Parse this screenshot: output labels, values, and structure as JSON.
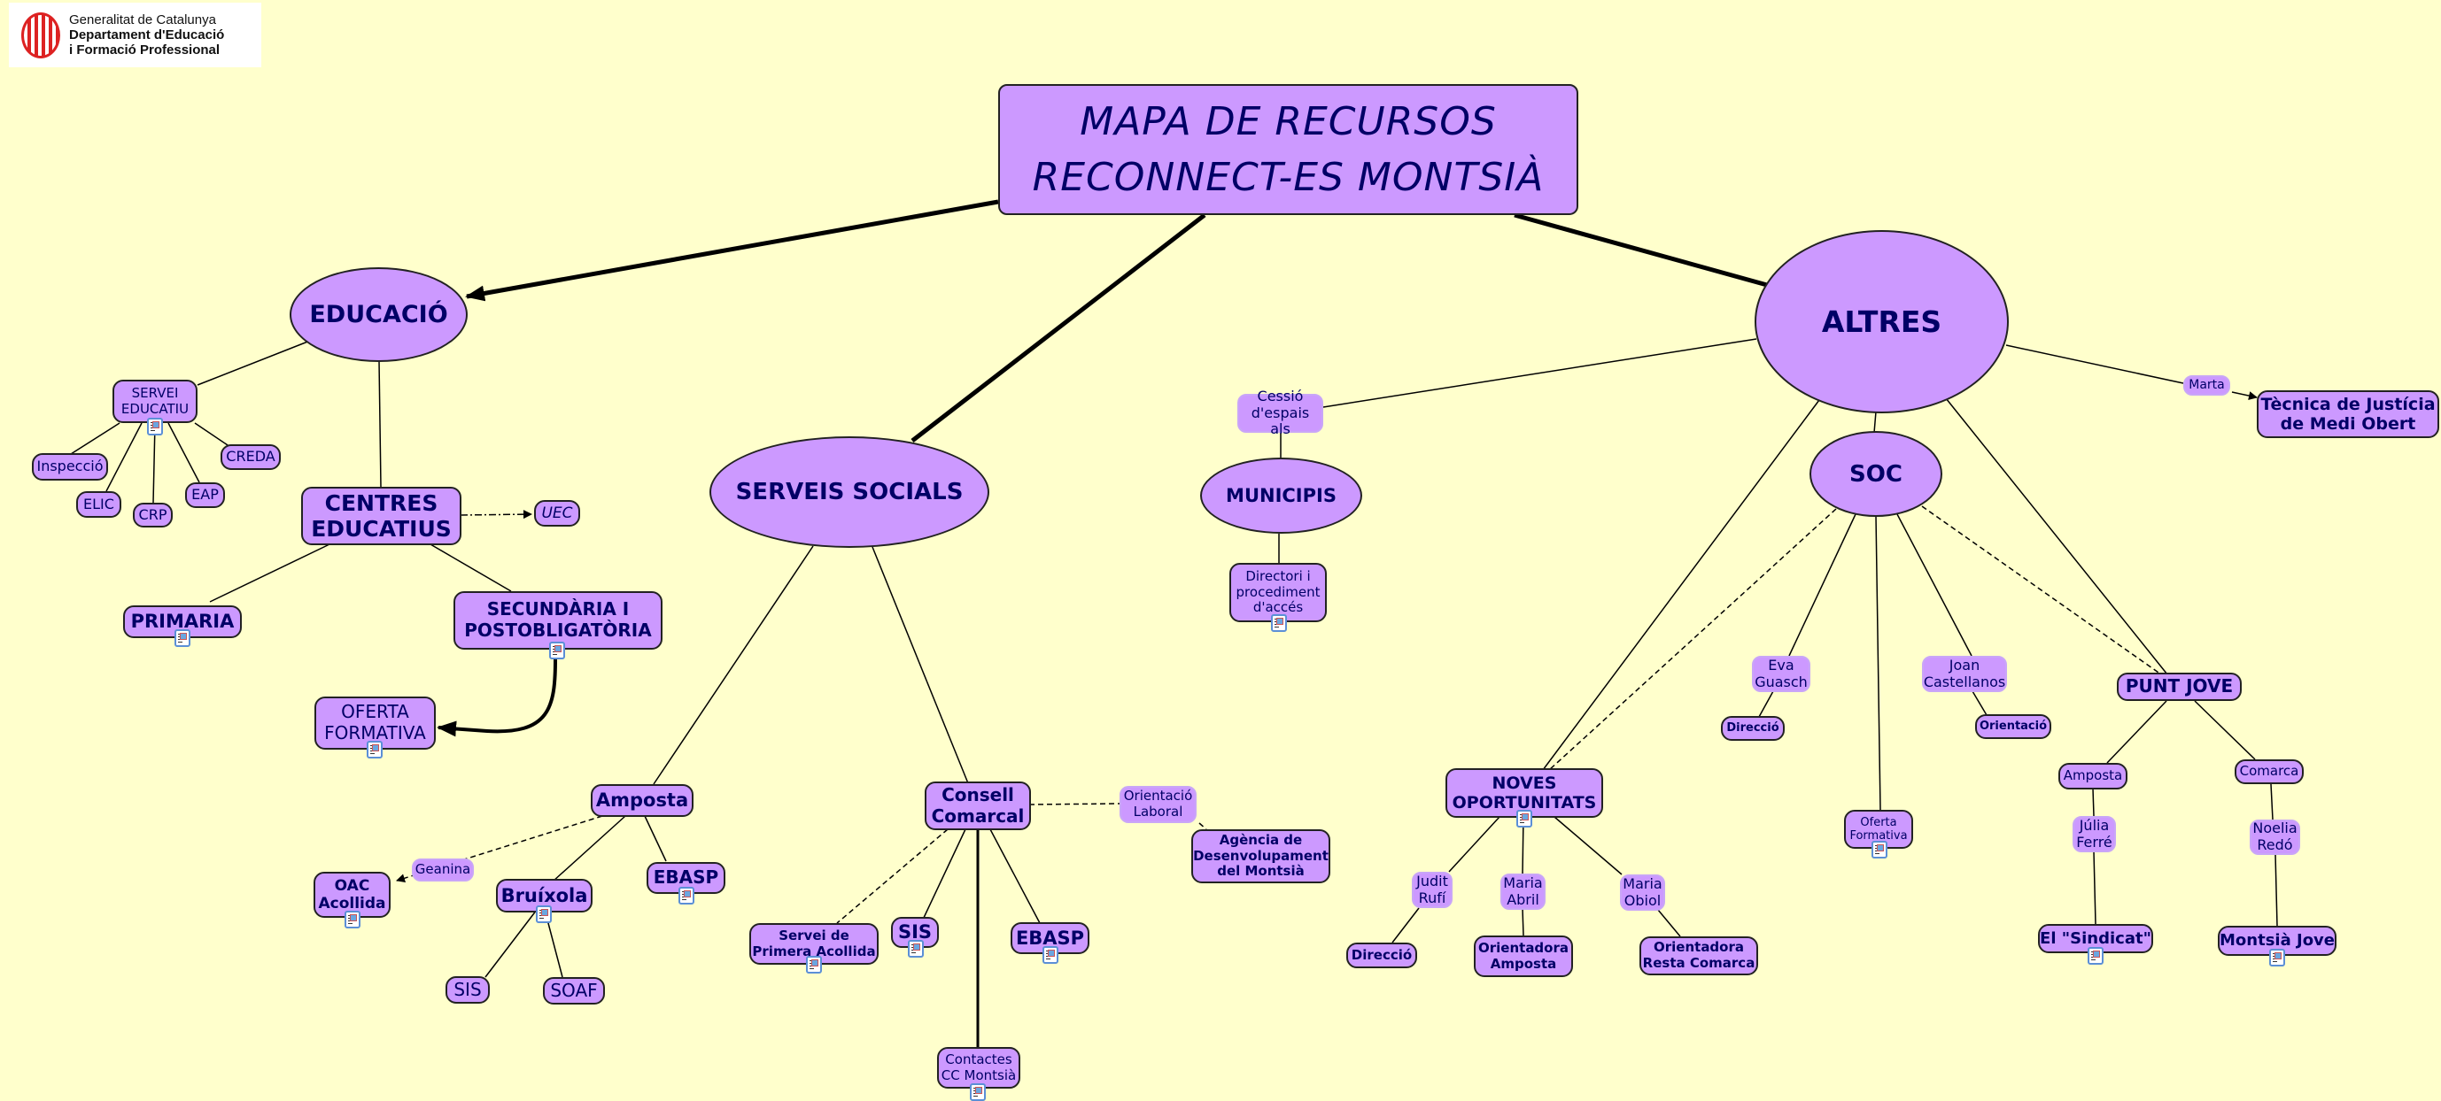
{
  "logo": {
    "line1": "Generalitat de Catalunya",
    "line2": "Departament d'Educació",
    "line3": "i Formació Professional"
  },
  "title": {
    "line1": "MAPA DE RECURSOS",
    "line2": "RECONNECT-ES MONTSIÀ"
  },
  "colors": {
    "background": "#ffffcc",
    "node_fill": "#cc99ff",
    "text": "#000066",
    "border": "#222222"
  },
  "nodes": {
    "educacio": "EDUCACIÓ",
    "servei_educatiu": "SERVEI\nEDUCATIU",
    "inspeccio": "Inspecció",
    "elic": "ELIC",
    "crp": "CRP",
    "eap": "EAP",
    "creda": "CREDA",
    "centres_educatius": "CENTRES\nEDUCATIUS",
    "uec": "UEC",
    "primaria": "PRIMARIA",
    "secundaria": "SECUNDÀRIA I\nPOSTOBLIGATÒRIA",
    "oferta_formativa_edu": "OFERTA\nFORMATIVA",
    "serveis_socials": "SERVEIS SOCIALS",
    "amposta_ss": "Amposta",
    "geanina": "Geanina",
    "oac_acollida": "OAC\nAcollida",
    "bruixola": "Bruíxola",
    "ebasp_amposta": "EBASP",
    "sis_bruixola": "SIS",
    "soaf": "SOAF",
    "consell_comarcal": "Consell\nComarcal",
    "orientacio_laboral": "Orientació\nLaboral",
    "agencia": "Agència de\nDesenvolupament\ndel Montsià",
    "servei_primera_acollida": "Servei de\nPrimera Acollida",
    "sis_cc": "SIS",
    "ebasp_cc": "EBASP",
    "contactes_cc": "Contactes\nCC Montsià",
    "cessio": "Cessió\nd'espais als",
    "municipis": "MUNICIPIS",
    "directori": "Directori i\nprocediment\nd'accés",
    "altres": "ALTRES",
    "marta": "Marta",
    "tecnica_justicia": "Tècnica de Justícia\nde Medi Obert",
    "soc": "SOC",
    "eva_guasch": "Eva\nGuasch",
    "direccio_soc": "Direcció",
    "oferta_formativa_soc": "Oferta\nFormativa",
    "joan_castellanos": "Joan\nCastellanos",
    "orientacio_soc": "Orientació",
    "noves_oportunitats": "NOVES\nOPORTUNITATS",
    "judit_rufi": "Judit\nRufí",
    "maria_abril": "Maria\nAbril",
    "maria_obiol": "Maria\nObiol",
    "direccio_no": "Direcció",
    "orientadora_amposta": "Orientadora\nAmposta",
    "orientadora_resta": "Orientadora\nResta Comarca",
    "punt_jove": "PUNT JOVE",
    "amposta_pj": "Amposta",
    "comarca_pj": "Comarca",
    "julia_ferre": "Júlia\nFerré",
    "noelia_redo": "Noelia\nRedó",
    "el_sindicat": "El \"Sindicat\"",
    "montsia_jove": "Montsià Jove"
  }
}
